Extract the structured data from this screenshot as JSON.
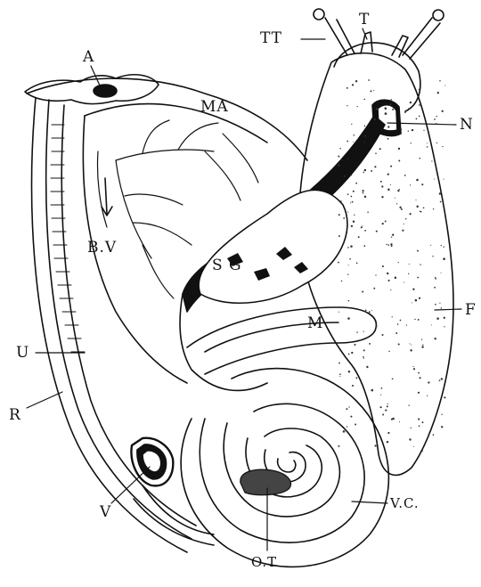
{
  "figure": {
    "labels": {
      "TT": "TT",
      "T": "T",
      "A": "A",
      "MA": "MA",
      "N": "N",
      "BV": "B.V",
      "SG": "S G",
      "M": "M",
      "F": "F",
      "U": "U",
      "R": "R",
      "V": "V",
      "VC": "V.C.",
      "OT": "O.T"
    },
    "colors": {
      "ink": "#111111",
      "paper": "#ffffff"
    }
  }
}
